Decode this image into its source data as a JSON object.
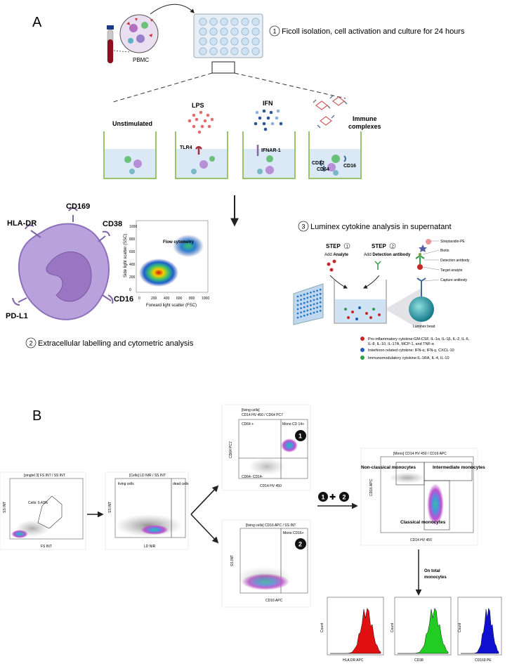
{
  "panel_a": {
    "label": "A",
    "step1": {
      "number": "1",
      "text": "Ficoll isolation, cell activation and culture for 24 hours"
    },
    "pbmc": "PBMC",
    "conditions": [
      {
        "name": "Unstimulated"
      },
      {
        "name": "LPS",
        "receptor": "TLR4"
      },
      {
        "name": "IFN",
        "receptor": "IFNAR-1"
      },
      {
        "name": "Immune complexes",
        "name_line1": "Immune",
        "name_line2": "complexes",
        "receptors": [
          "CD32",
          "CD64",
          "CD16"
        ]
      }
    ],
    "markers": [
      "HLA-DR",
      "CD169",
      "CD38",
      "PD-L1",
      "CD16"
    ],
    "flow": {
      "title": "Flow cytometry",
      "xlabel": "Forward light scatter (FSC)",
      "ylabel": "Side light scatter (SSC)",
      "xticks": [
        "0",
        "200",
        "400",
        "600",
        "800",
        "1000"
      ],
      "yticks": [
        "0",
        "200",
        "400",
        "600",
        "800",
        "1000"
      ]
    },
    "step2": {
      "number": "2",
      "text": "Extracellular labelling and cytometric analysis"
    },
    "step3": {
      "number": "3",
      "text": "Luminex cytokine analysis in supernatant"
    },
    "luminex": {
      "step_word": "STEP",
      "step1_num": "1",
      "step1_text_a": "Add ",
      "step1_text_b": "Analyte",
      "step2_num": "2",
      "step2_text_a": "Add ",
      "step2_text_b": "Detection antibody",
      "bead_labels": [
        "Streptavidin-PE",
        "Biotin",
        "Detection antibody",
        "Target analyte",
        "Capture antibody"
      ],
      "bead": "Luminex bead"
    },
    "legend": [
      {
        "color": "#c62828",
        "text": "Pro-inflammatory cytokine:GM-CSF, IL-1α, IL-1β, IL-2, IL-6,",
        "text2": "IL-8, IL-10, IL-17A, MCP-1, and TNF-α"
      },
      {
        "color": "#1e5fb3",
        "text": "Interferon related cytokine: IFN-α, IFN-γ, CXCL-10"
      },
      {
        "color": "#2e9e45",
        "text": "Immunomodulatory cytokine:IL-1RA, IL-4, IL-10"
      }
    ]
  },
  "panel_b": {
    "label": "B",
    "plot1": {
      "title": "[singlet 3] FS INT / SS INT",
      "gate": "Cells: 6,43%",
      "xlabel": "FS INT",
      "ylabel": "SS INT"
    },
    "plot2": {
      "title": "[Cells] LD NIR / SS INT",
      "gate1": "living cells",
      "gate2": "dead cells",
      "xlabel": "LD NIR",
      "ylabel": "SS INT"
    },
    "plot3": {
      "title": "[living cells]",
      "title2": "CD14 HV 450 / CD64 PC7",
      "q_tl": "CD64 +",
      "q_tr": "Mono CD 14+",
      "q_bl": "CD64- CD14-",
      "xlabel": "CD14 HV 450",
      "ylabel": "CD64 PC7",
      "badge": "1"
    },
    "plot4": {
      "title": "[living cells] CD16 APC / SS INT",
      "gate": "Mono CD16+",
      "xlabel": "CD16 APC",
      "ylabel": "SS INT",
      "badge": "2"
    },
    "combine": {
      "a": "1",
      "plus": "✚",
      "b": "2"
    },
    "plot5": {
      "title": "[Mono] CD14 HV 450 / CD16 APC",
      "nonclassical": "Non-classical monocytes",
      "intermediate": "Intermediate monocytes",
      "classical": "Classical monocytes",
      "xlabel": "CD14 HV 450",
      "ylabel": "CD16 APC"
    },
    "on_total": "On total monocytes",
    "on_total_1": "On total",
    "on_total_2": "monocytes",
    "hist": [
      {
        "xlabel": "HLA DR APC",
        "ylabel": "Count",
        "color": "#e01010"
      },
      {
        "xlabel": "CD38",
        "ylabel": "Count",
        "color": "#22cc22"
      },
      {
        "xlabel": "CD169 PE",
        "ylabel": "Count",
        "color": "#1010d0"
      }
    ]
  }
}
